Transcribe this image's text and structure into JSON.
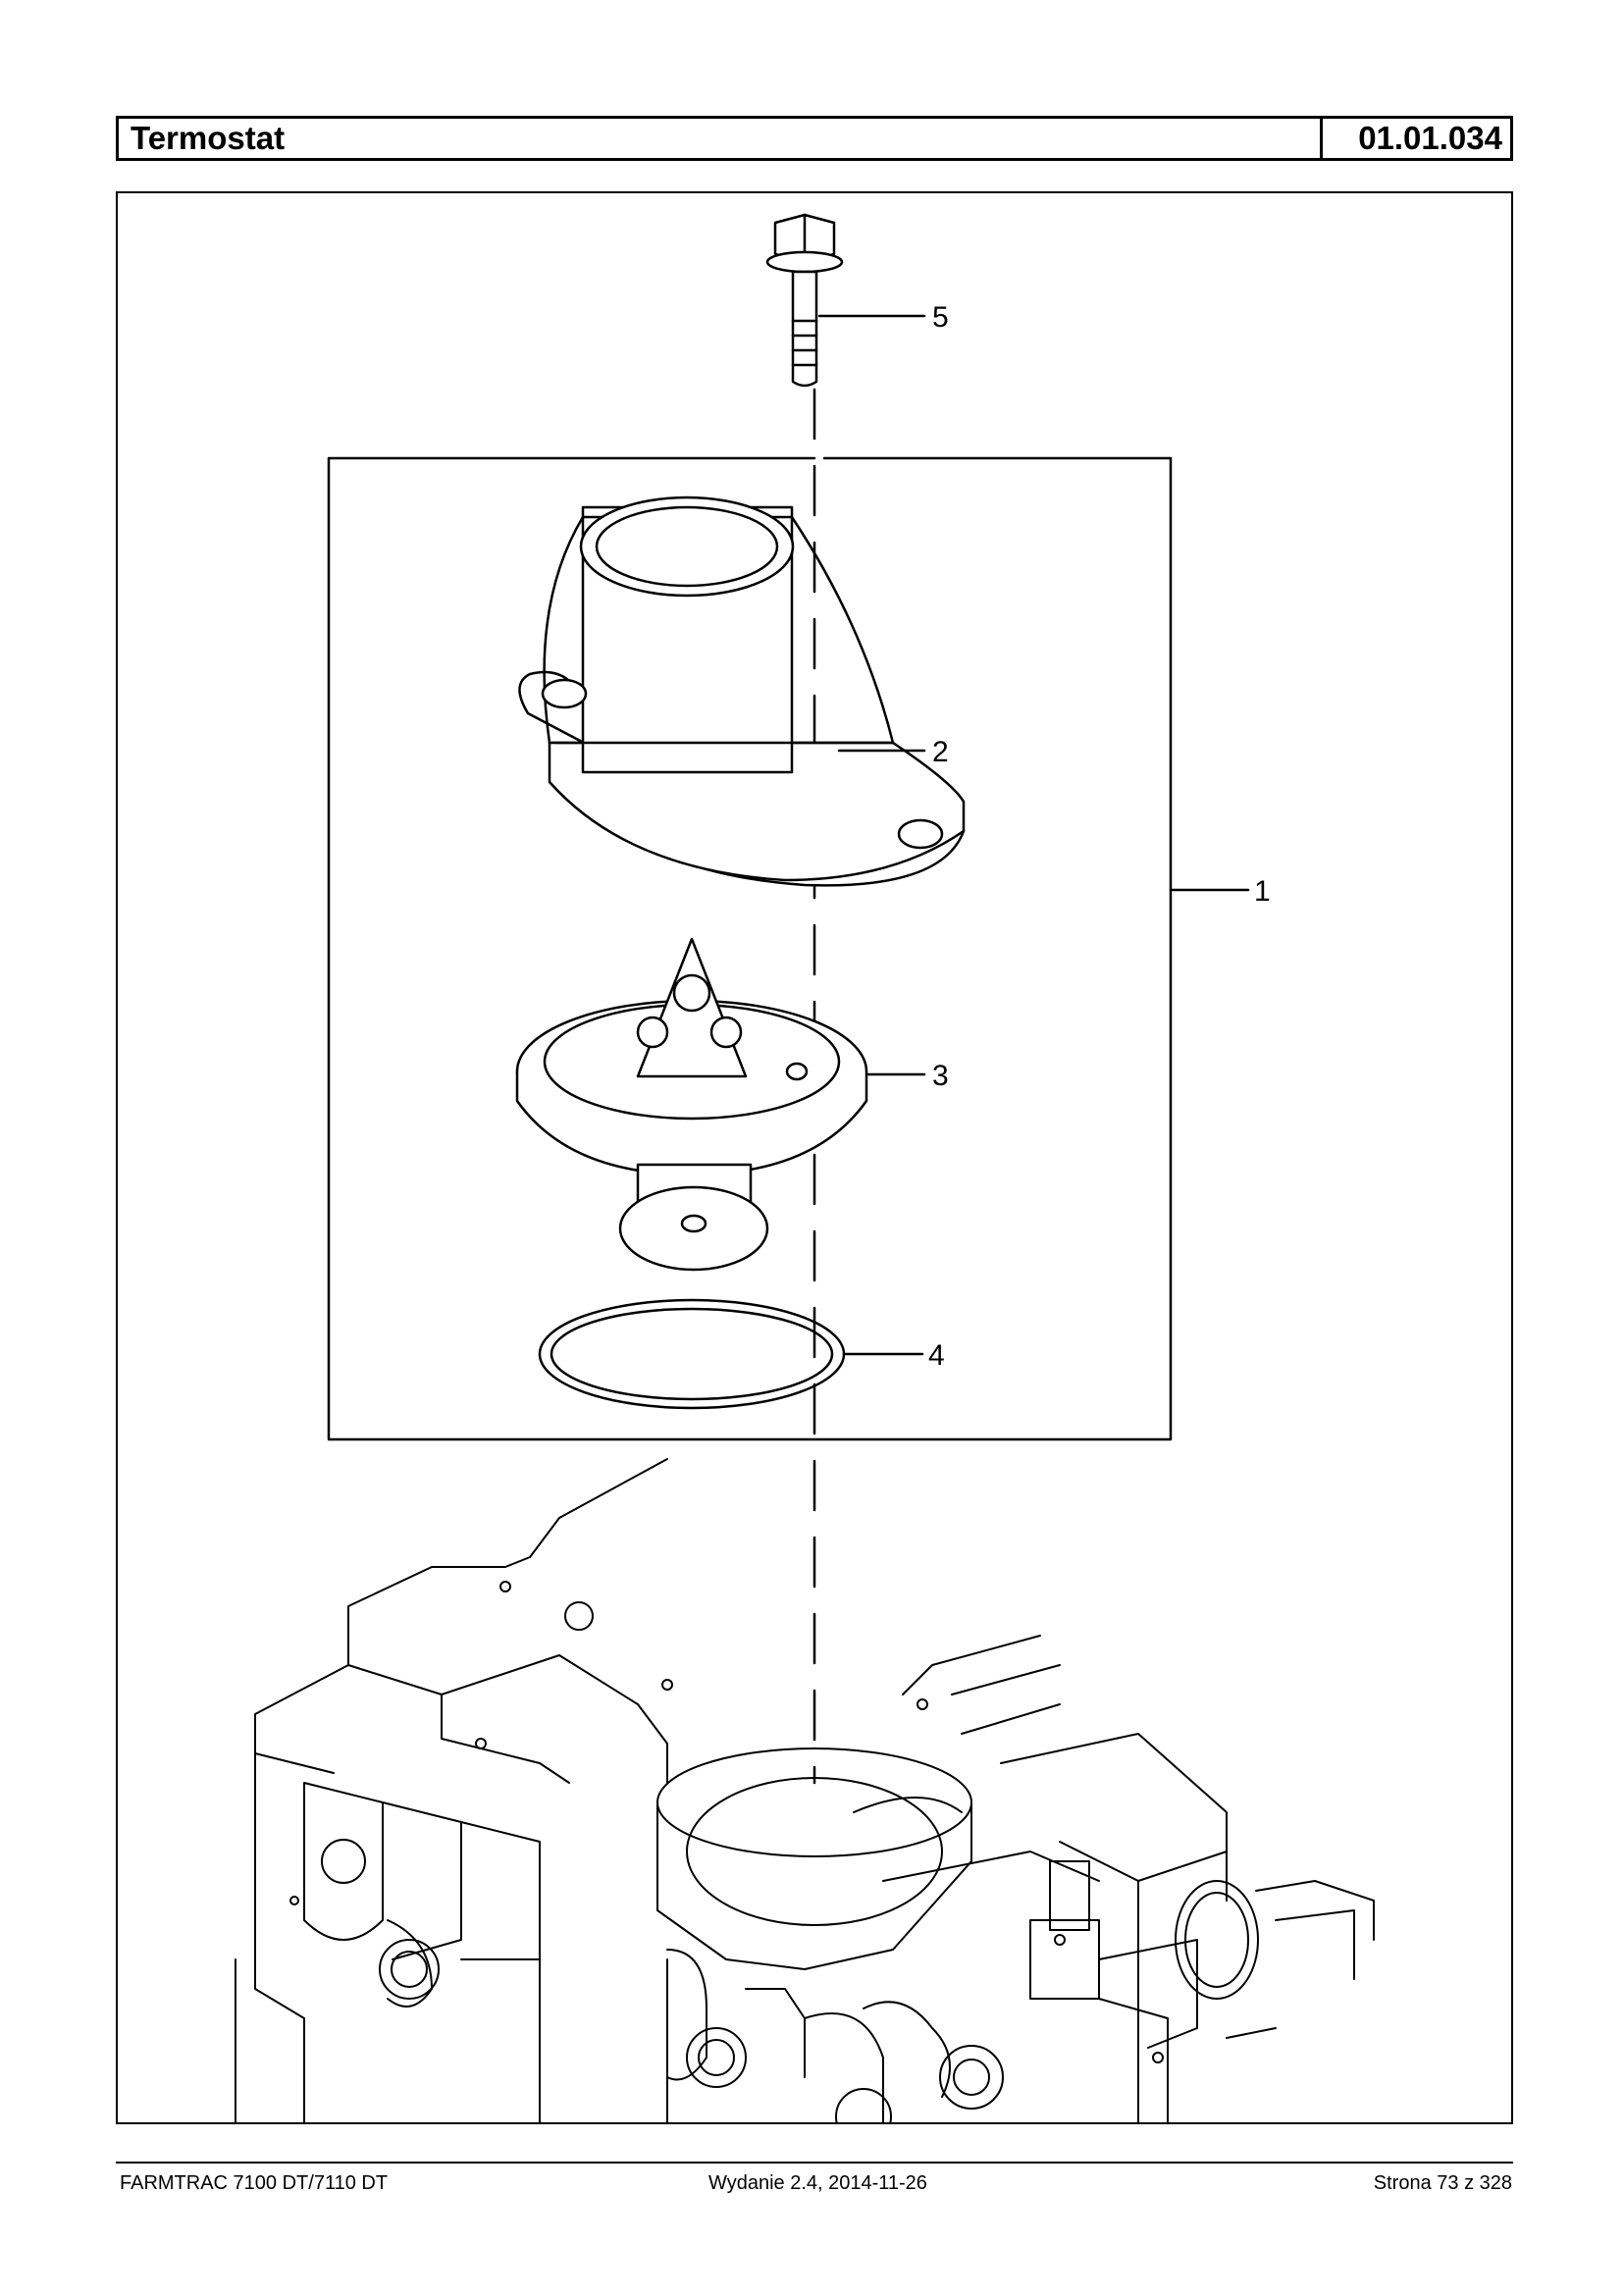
{
  "header": {
    "title": "Termostat",
    "code": "01.01.034"
  },
  "figure": {
    "callouts": [
      "1",
      "2",
      "3",
      "4",
      "5"
    ]
  },
  "footer": {
    "model": "FARMTRAC 7100 DT/7110 DT",
    "edition": "Wydanie 2.4,  2014-11-26",
    "page": "Strona 73 z 328"
  }
}
